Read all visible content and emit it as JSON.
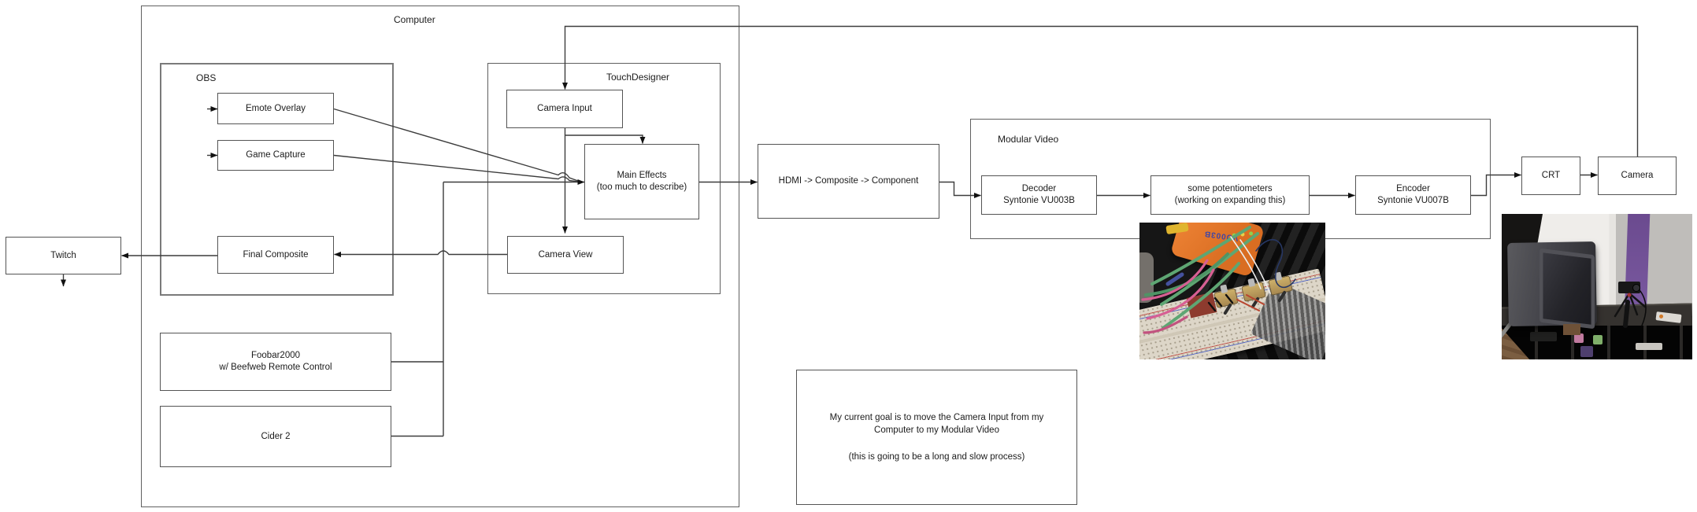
{
  "diagram": {
    "containers": {
      "computer": "Computer",
      "obs": "OBS",
      "touchdesigner": "TouchDesigner",
      "modular_video": "Modular Video"
    },
    "nodes": {
      "twitch": "Twitch",
      "emote_overlay": "Emote Overlay",
      "game_capture": "Game Capture",
      "final_composite": "Final Composite",
      "camera_input": "Camera Input",
      "main_effects": "Main Effects\n(too much to describe)",
      "camera_view": "Camera View",
      "foobar": "Foobar2000\nw/ Beefweb Remote Control",
      "cider": "Cider 2",
      "hdmi_chain": "HDMI -> Composite -> Component",
      "decoder": "Decoder\nSyntonie VU003B",
      "potentiometers": "some potentiometers\n(working on expanding this)",
      "encoder": "Encoder\nSyntonie VU007B",
      "crt": "CRT",
      "camera": "Camera"
    },
    "note": "My current goal is to move the Camera Input from my\nComputer to my Modular Video\n\n(this is going to be a long and slow process)",
    "photos": {
      "breadboard_device_text": "VU003B"
    },
    "colors": {
      "line": "#3c3c3c",
      "box_border": "#545454",
      "container_border": "#7a7a7a",
      "background": "#ffffff"
    }
  }
}
